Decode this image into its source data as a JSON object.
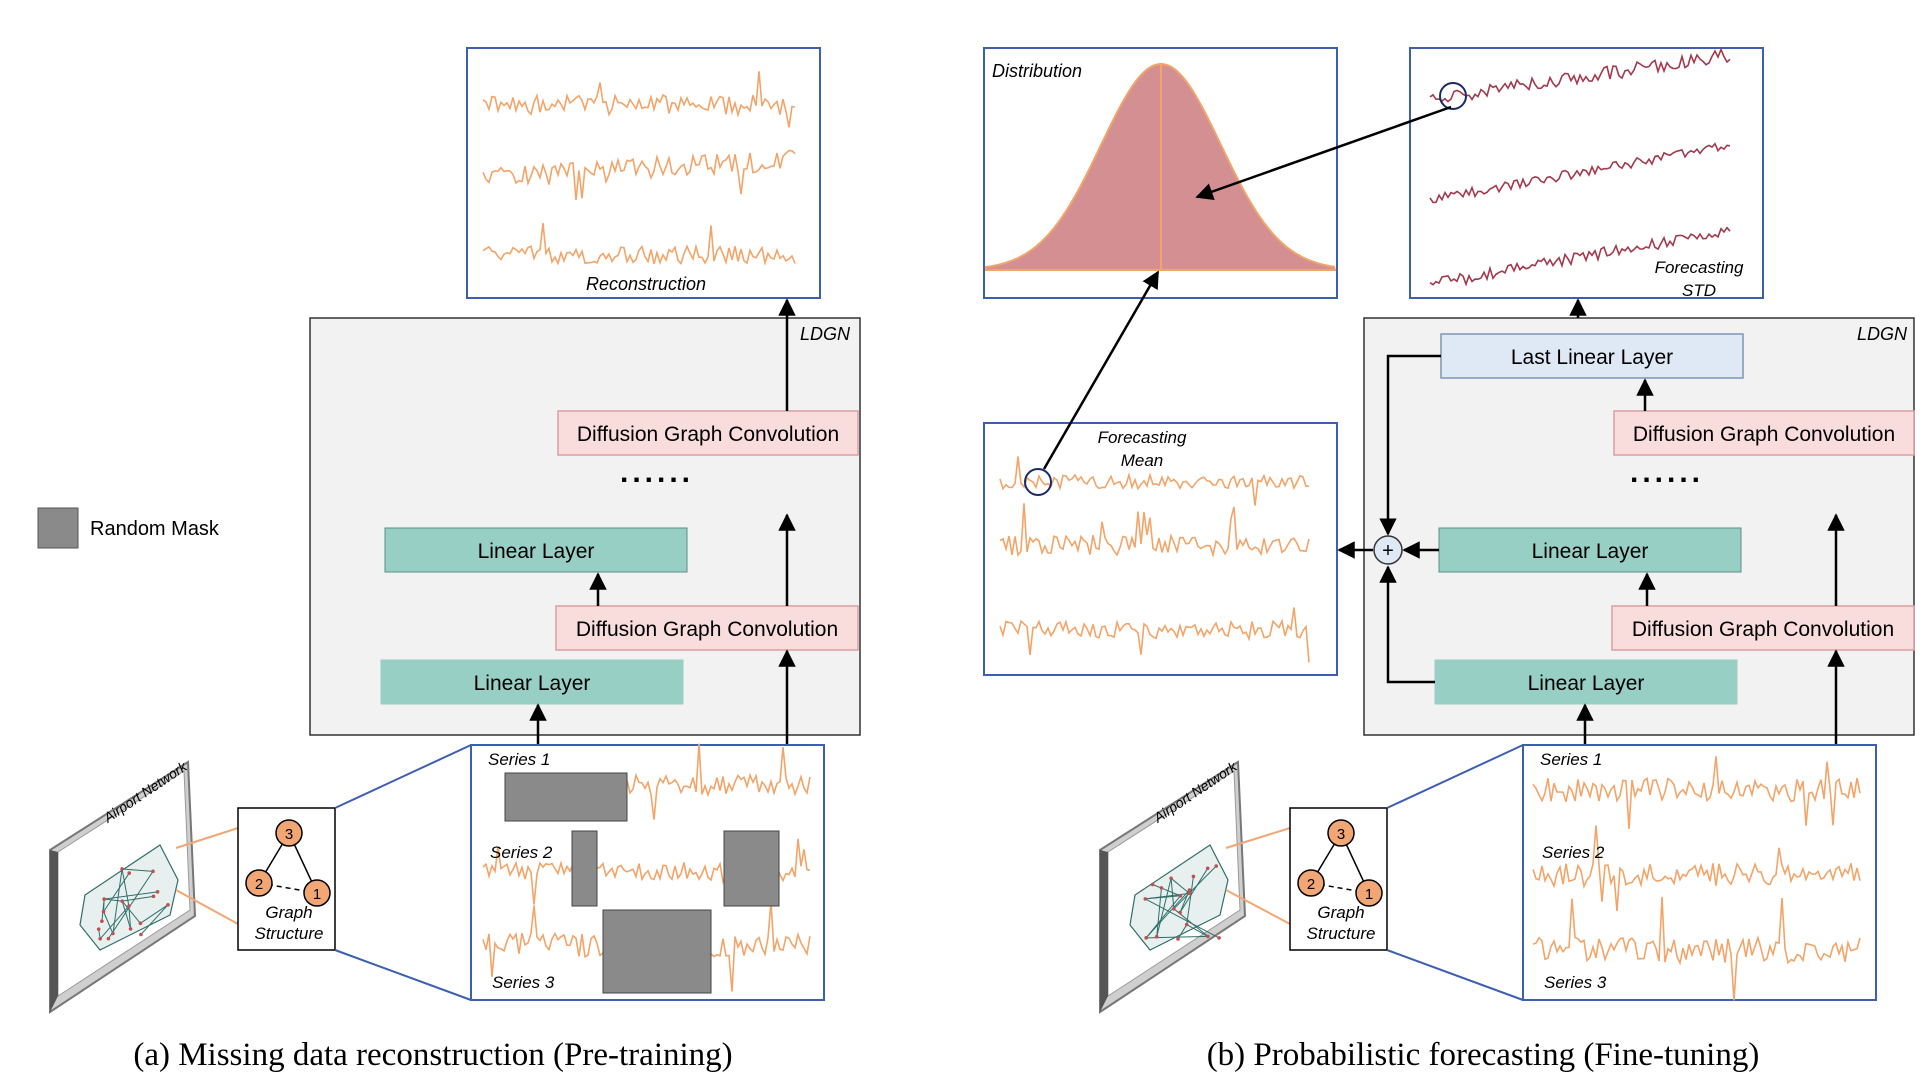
{
  "legend": {
    "random_mask": "Random Mask"
  },
  "panel_a": {
    "caption": "(a) Missing data reconstruction (Pre-training)",
    "reconstruction_label": "Reconstruction",
    "ldgn_label": "LDGN",
    "dgc_top": "Diffusion Graph Convolution",
    "dots": "......",
    "linear_mid": "Linear  Layer",
    "dgc_bottom": "Diffusion Graph Convolution",
    "linear_bottom": "Linear Layer",
    "graph_label": [
      "Graph",
      "Structure"
    ],
    "nodes": [
      "3",
      "2",
      "1"
    ],
    "airport_label": "Airport Network",
    "series": [
      "Series 1",
      "Series 2",
      "Series 3"
    ]
  },
  "panel_b": {
    "caption": "(b) Probabilistic forecasting (Fine-tuning)",
    "distribution_label": "Distribution",
    "std_label": [
      "Forecasting",
      "STD"
    ],
    "mean_label": [
      "Forecasting",
      "Mean"
    ],
    "ldgn_label": "LDGN",
    "last_linear": "Last Linear Layer",
    "dgc_top": "Diffusion Graph Convolution",
    "dots": "......",
    "linear_mid": "Linear  Layer",
    "dgc_bottom": "Diffusion Graph Convolution",
    "linear_bottom": "Linear Layer",
    "plus": "+",
    "graph_label": [
      "Graph",
      "Structure"
    ],
    "nodes": [
      "3",
      "2",
      "1"
    ],
    "airport_label": "Airport Network",
    "series": [
      "Series 1",
      "Series 2",
      "Series 3"
    ]
  },
  "colors": {
    "series_line": "#f2a469",
    "std_line": "#a23a4e",
    "box_border": "#3d5fb3",
    "ldgn_bg": "#f2f2f2",
    "linear_fill": "#98cfc4",
    "dgc_fill": "#f9dcdc",
    "dgc_border": "#d9a0a0",
    "last_linear_fill": "#dfe9f5",
    "mask_fill": "#8a8a8a",
    "node_fill": "#f2a674",
    "distribution_fill": "#d38f91"
  }
}
